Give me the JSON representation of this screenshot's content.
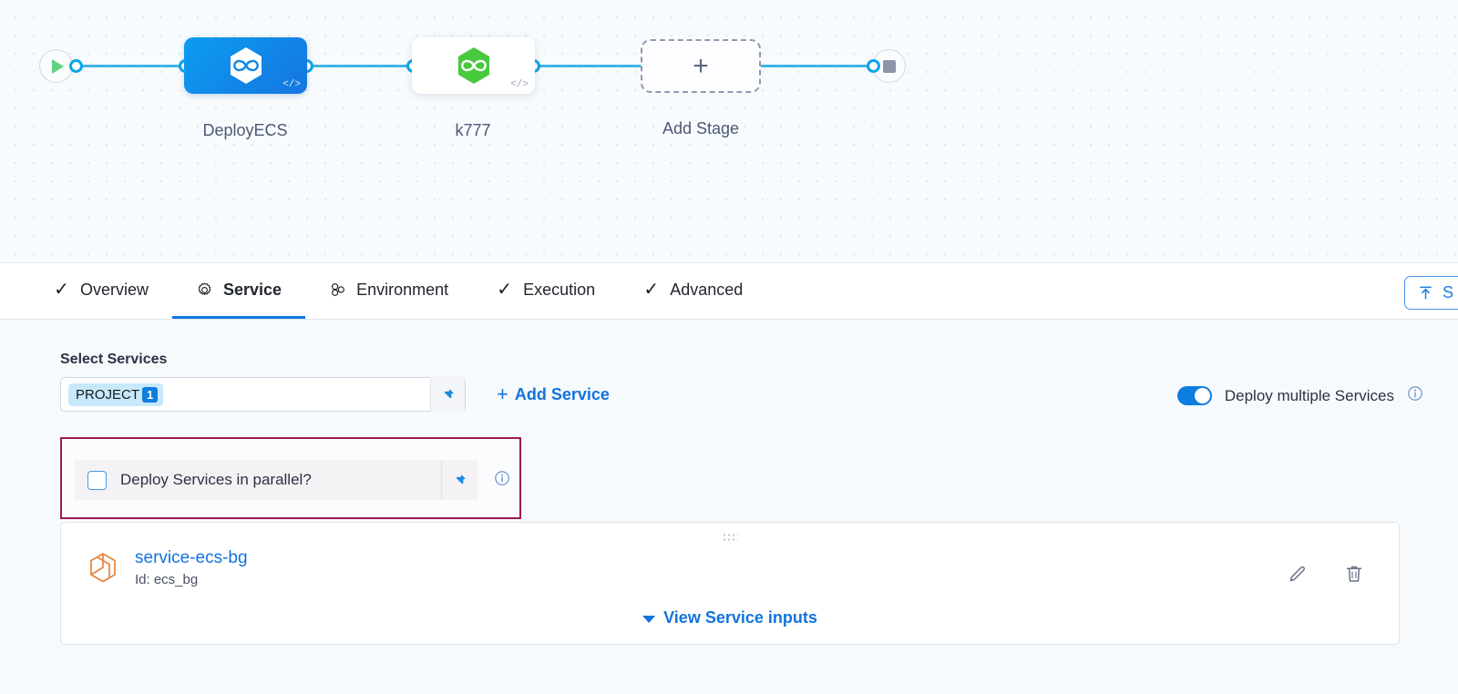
{
  "pipeline": {
    "start_node": {
      "icon": "play-icon",
      "label": "Start"
    },
    "end_node": {
      "icon": "stop-icon",
      "label": "End"
    },
    "stages": [
      {
        "label": "DeployECS",
        "icon": "harness-hexagon-icon",
        "code_mark": "</>",
        "state": "selected"
      },
      {
        "label": "k777",
        "icon": "harness-hexagon-icon",
        "code_mark": "</>",
        "state": "default"
      }
    ],
    "add_stage": {
      "label": "Add Stage",
      "icon": "plus-icon"
    }
  },
  "tabs": [
    {
      "label": "Overview",
      "icon": "check-icon",
      "active": false
    },
    {
      "label": "Service",
      "icon": "gear-icon",
      "active": true
    },
    {
      "label": "Environment",
      "icon": "infrastructure-icon",
      "active": false
    },
    {
      "label": "Execution",
      "icon": "check-icon",
      "active": false
    },
    {
      "label": "Advanced",
      "icon": "check-icon",
      "active": false
    }
  ],
  "save_button": {
    "label": "S",
    "icon": "save-upload-icon"
  },
  "service_section": {
    "title": "Select Services",
    "selected_chip": {
      "label": "PROJECT",
      "count": "1"
    },
    "pin_icon": "pin-icon",
    "add_service_label": "Add Service",
    "deploy_multiple": {
      "label": "Deploy multiple Services",
      "enabled": true,
      "info_icon": "info-icon"
    },
    "parallel": {
      "label": "Deploy Services in parallel?",
      "checked": false,
      "pin_icon": "pin-icon",
      "info_icon": "info-icon",
      "highlight_color": "#9c1b52"
    },
    "service_card": {
      "name": "service-ecs-bg",
      "id_text": "Id: ecs_bg",
      "icon": "cube-service-icon",
      "edit_icon": "pencil-icon",
      "delete_icon": "trash-icon",
      "drag_handle": "drag-dots-icon",
      "view_inputs_label": "View Service inputs",
      "view_inputs_chevron": "chevron-down-icon"
    }
  },
  "colors": {
    "accent_blue": "#0d7ee0",
    "edge_blue": "#40b4e5",
    "stage_green": "#47c93e",
    "highlight_magenta": "#9c1b52",
    "service_orange": "#e8823a"
  }
}
